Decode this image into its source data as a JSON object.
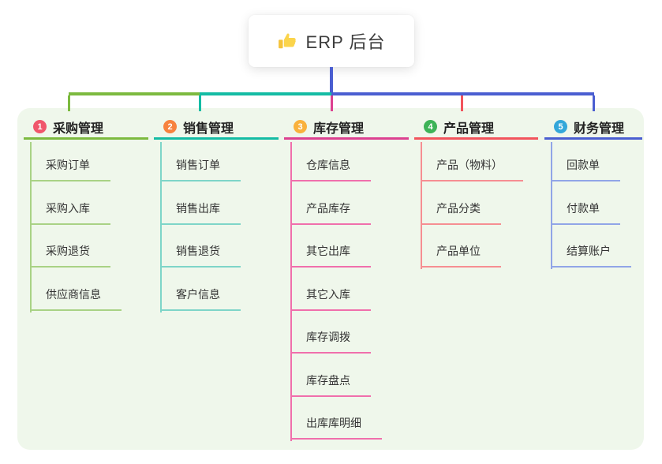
{
  "root": {
    "title": "ERP 后台",
    "icon": "thumbs-up-icon"
  },
  "colors": {
    "trunk": "#4a5ed1",
    "panel_bg": "#eff7eb",
    "card_bg": "#ffffff",
    "text": "#333333"
  },
  "branches": [
    {
      "index": "1",
      "label": "采购管理",
      "badge_color": "#f0566b",
      "line_color": "#7cba3f",
      "child_line_color": "#a9d285",
      "children": [
        "采购订单",
        "采购入库",
        "采购退货",
        "供应商信息"
      ]
    },
    {
      "index": "2",
      "label": "销售管理",
      "badge_color": "#f7823e",
      "line_color": "#14bca4",
      "child_line_color": "#7ed5c8",
      "children": [
        "销售订单",
        "销售出库",
        "销售退货",
        "客户信息"
      ]
    },
    {
      "index": "3",
      "label": "库存管理",
      "badge_color": "#f9b13c",
      "line_color": "#dc4190",
      "child_line_color": "#f06fac",
      "children": [
        "仓库信息",
        "产品库存",
        "其它出库",
        "其它入库",
        "库存调拨",
        "库存盘点",
        "出库库明细"
      ]
    },
    {
      "index": "4",
      "label": "产品管理",
      "badge_color": "#3db357",
      "line_color": "#f2545c",
      "child_line_color": "#f68e92",
      "children": [
        "产品（物料）",
        "产品分类",
        "产品单位"
      ]
    },
    {
      "index": "5",
      "label": "财务管理",
      "badge_color": "#33a7da",
      "line_color": "#4a5ed1",
      "child_line_color": "#91a5e7",
      "children": [
        "回款单",
        "付款单",
        "结算账户"
      ]
    }
  ]
}
